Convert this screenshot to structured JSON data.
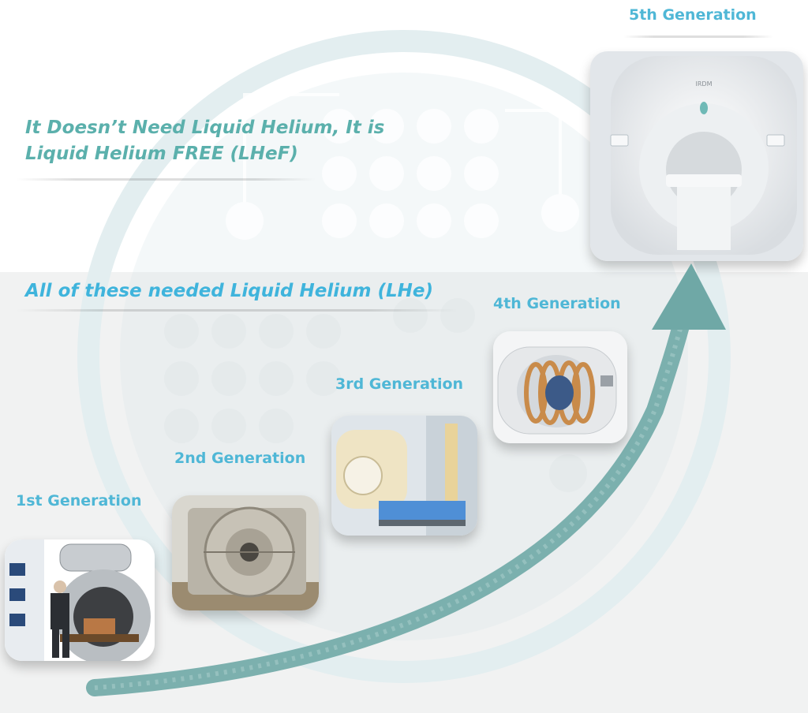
{
  "headline": {
    "line1": "It Doesn’t Need Liquid Helium, It is",
    "line2": "Liquid Helium FREE (LHeF)"
  },
  "subheadline": "All of these needed Liquid Helium (LHe)",
  "generations": [
    {
      "label": "1st Generation",
      "image": "first-generation-mri-photo"
    },
    {
      "label": "2nd Generation",
      "image": "second-generation-mri-photo"
    },
    {
      "label": "3rd Generation",
      "image": "third-generation-mri-photo"
    },
    {
      "label": "4th Generation",
      "image": "fourth-generation-mri-cutaway"
    },
    {
      "label": "5th Generation",
      "image": "fifth-generation-mri-scanner"
    }
  ],
  "scanner_logo": "IRDM",
  "colors": {
    "headline": "#5bb0ac",
    "subheadline": "#3fb4dc",
    "generation_label": "#4fb7d6",
    "arrow": "#6fa8a6",
    "lower_band": "#f1f2f2"
  }
}
